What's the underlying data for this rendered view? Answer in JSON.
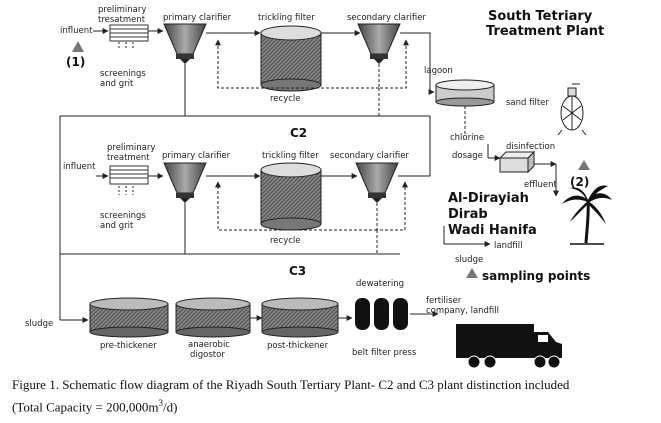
{
  "title_line1": "South Tetriary",
  "title_line2": "Treatment Plant",
  "section_c2": "C2",
  "section_c3": "C3",
  "c2": {
    "influent": "influent",
    "sampling_1": "(1)",
    "prelim_1": "preliminary",
    "prelim_2": "tresatment",
    "screenings_1": "screenings",
    "screenings_2": "and grit",
    "primary": "primary clarifier",
    "trickling": "trickling filter",
    "secondary": "secondary clarifier",
    "recycle": "recycle"
  },
  "c3": {
    "influent": "influent",
    "prelim_1": "preliminary",
    "prelim_2": "treatment",
    "screenings_1": "screenings",
    "screenings_2": "and grit",
    "primary": "primary clarifier",
    "trickling": "trickling filter",
    "secondary": "secondary clarifier",
    "recycle": "recycle"
  },
  "right": {
    "lagoon": "lagoon",
    "sand_filter": "sand filter",
    "chlorine": "chlorine",
    "dosage": "dosage",
    "disinfection": "disinfection",
    "effluent": "effluent",
    "sampling_2": "(2)",
    "dest_1": "Al-Dirayiah",
    "dest_2": "Dirab",
    "dest_3": "Wadi Hanifa",
    "landfill": "landfill",
    "sludge": "sludge",
    "sampling_points": "sampling points"
  },
  "sludge_line": {
    "sludge": "sludge",
    "dewatering": "dewatering",
    "fertiliser_1": "fertiliser",
    "fertiliser_2": "company, landfill",
    "pre_thickener": "pre-thickener",
    "anaerobic_1": "anaerobic",
    "anaerobic_2": "digostor",
    "post_thickener": "post-thickener",
    "belt_press": "belt filter press"
  },
  "caption_line1": "Figure 1. Schematic flow diagram of the Riyadh South Tertiary Plant- C2 and C3 plant distinction included",
  "caption_line2_prefix": "(Total Capacity = 200,000m",
  "caption_line2_sup": "3",
  "caption_line2_suffix": "/d)"
}
